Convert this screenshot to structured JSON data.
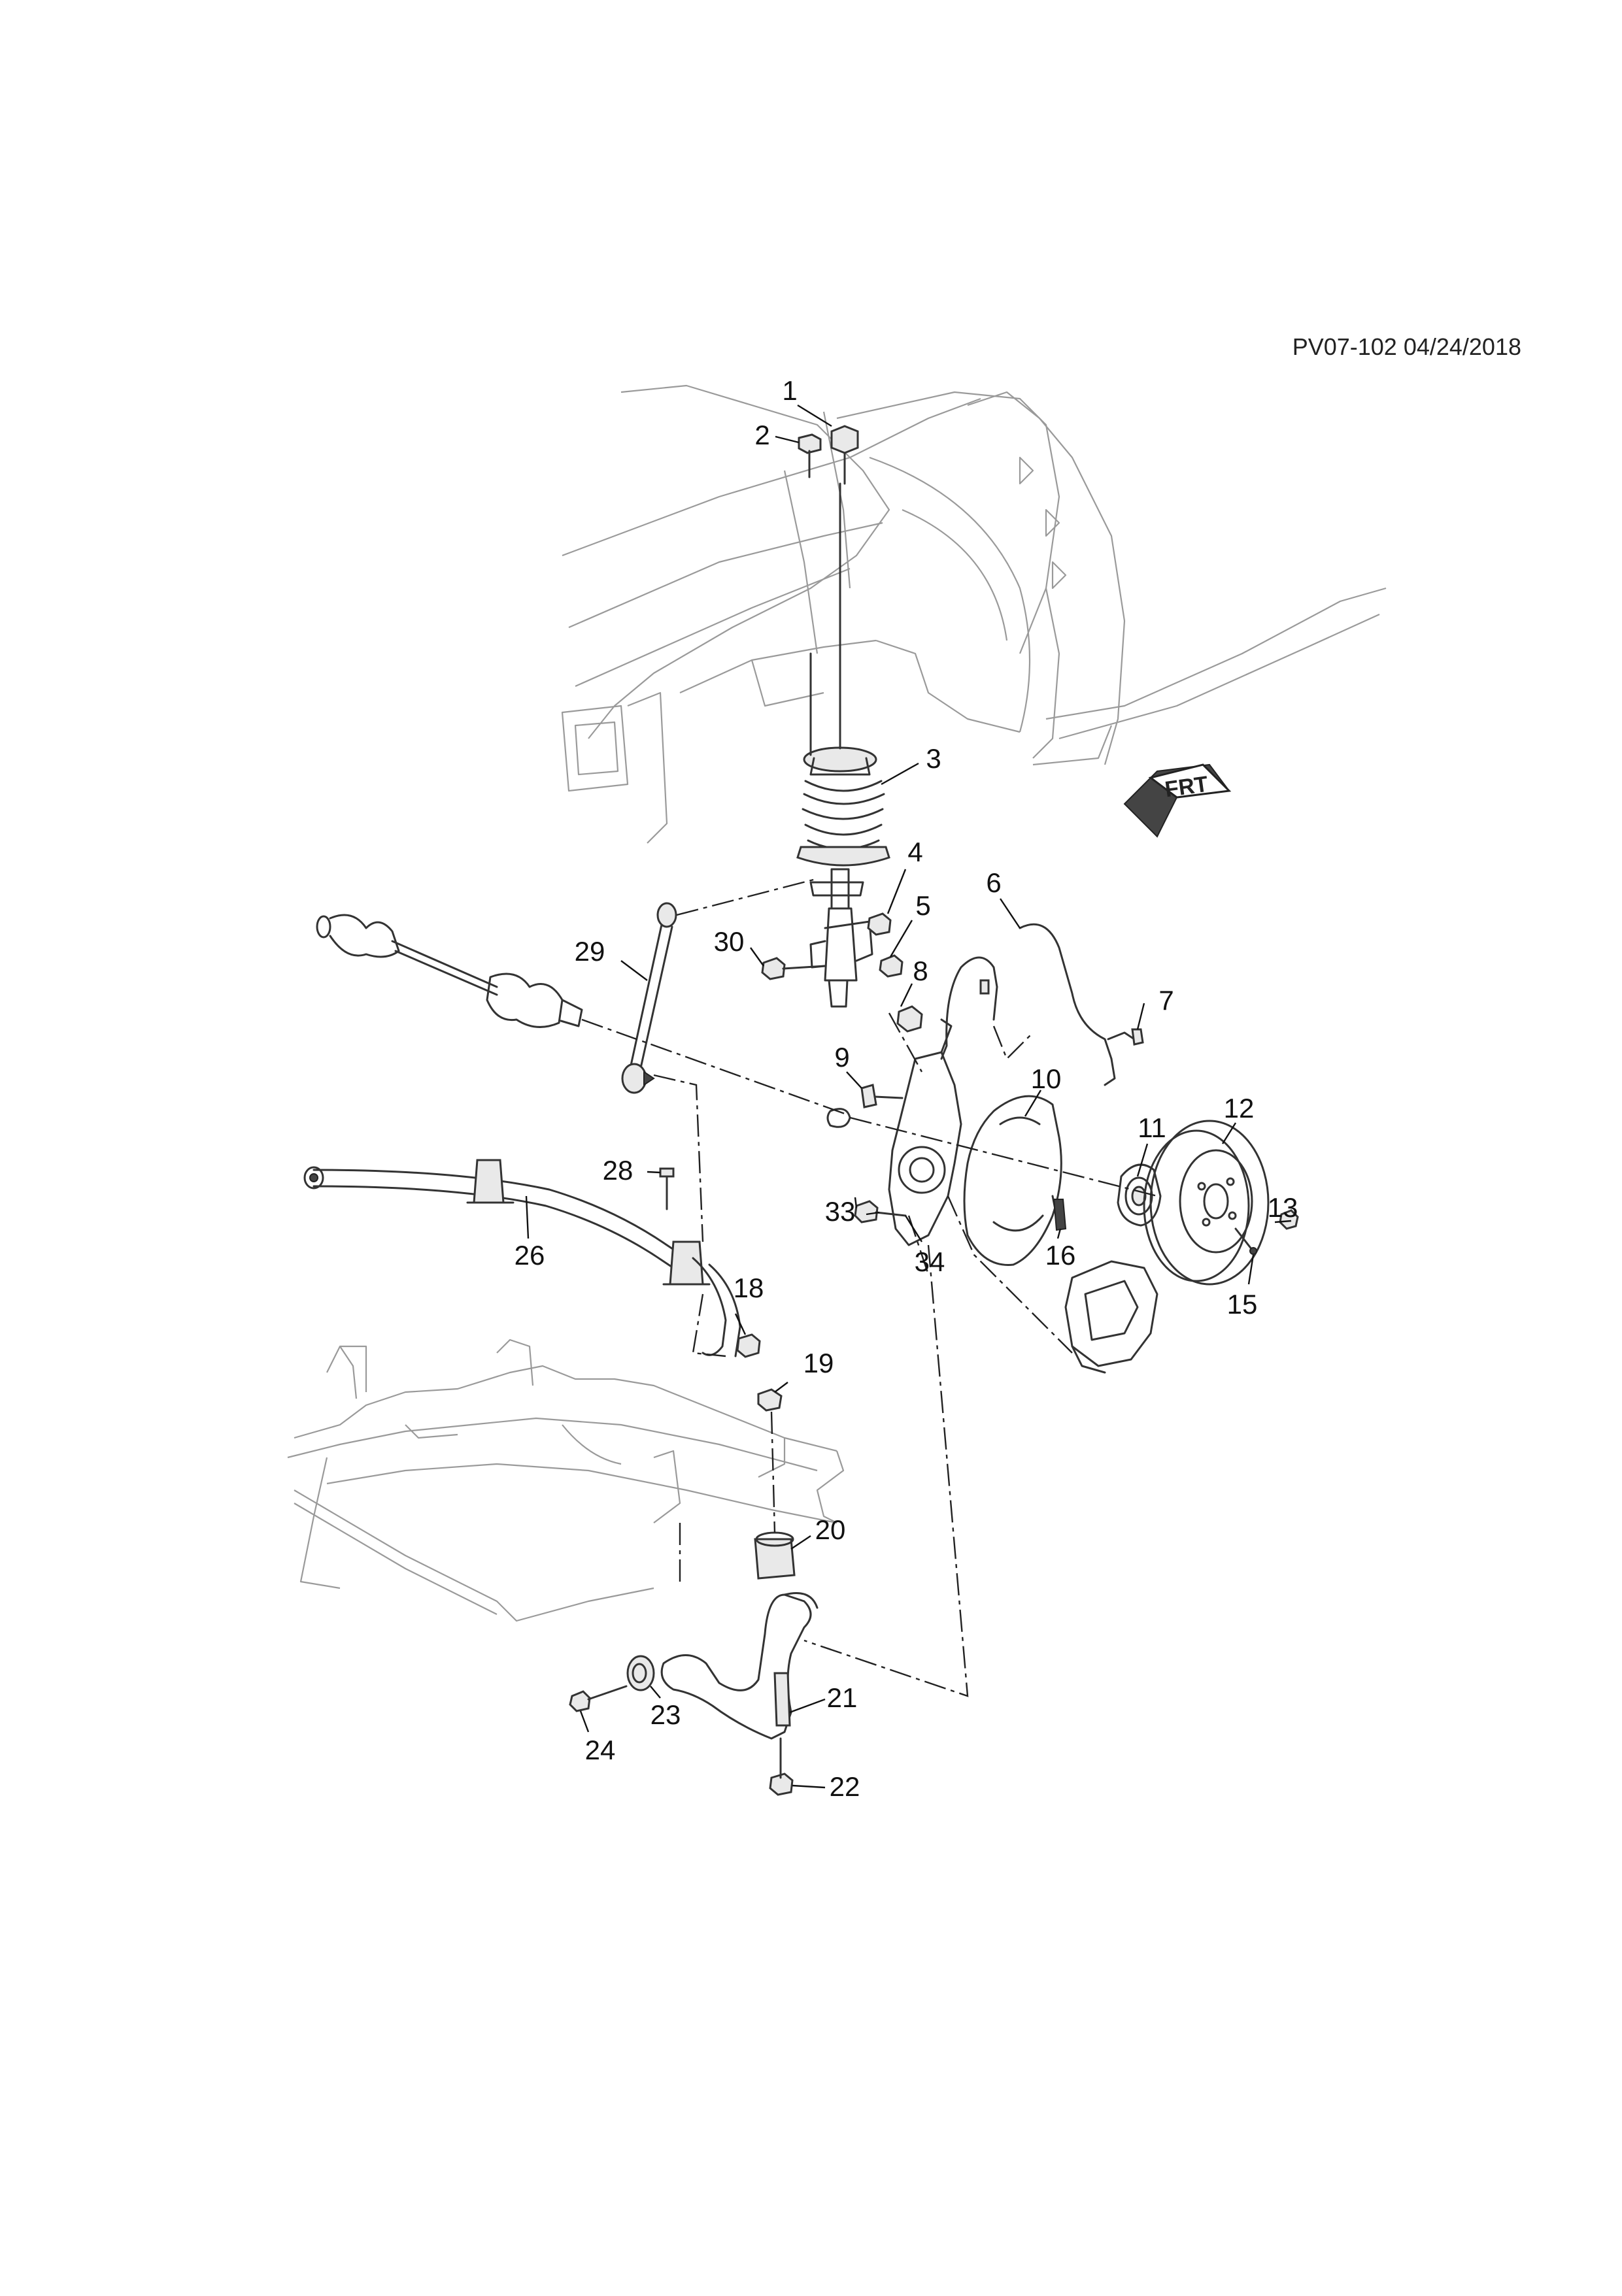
{
  "reference": "PV07-102 04/24/2018",
  "direction_badge": "FRT",
  "callouts": [
    "1",
    "2",
    "3",
    "4",
    "5",
    "6",
    "7",
    "8",
    "9",
    "10",
    "11",
    "12",
    "13",
    "15",
    "16",
    "18",
    "19",
    "20",
    "21",
    "22",
    "23",
    "24",
    "26",
    "28",
    "29",
    "30",
    "33",
    "34"
  ]
}
